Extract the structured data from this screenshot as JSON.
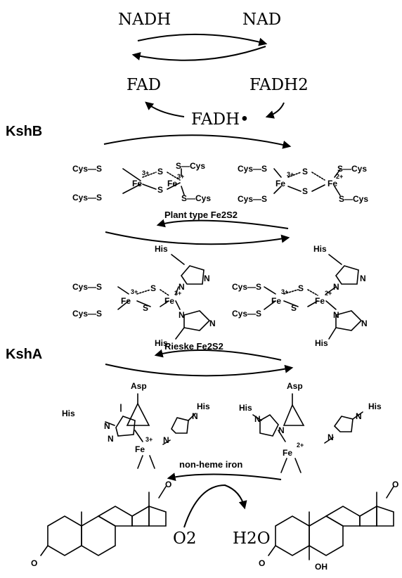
{
  "cofactors": {
    "nadh": "NADH",
    "nad": "NAD",
    "fad": "FAD",
    "fadh2": "FADH2",
    "fadh_radical": "FADH•"
  },
  "sections": {
    "kshb": "KshB",
    "ksha": "KshA"
  },
  "clusters": {
    "plant_type": "Plant type Fe2S2",
    "rieske": "Rieske Fe2S2",
    "non_heme": "non-heme iron"
  },
  "residues": {
    "cys": "Cys",
    "his": "His",
    "asp": "Asp",
    "s": "S",
    "fe": "Fe",
    "n": "N"
  },
  "charges": {
    "fe3": "3+",
    "fe2": "2+"
  },
  "reaction": {
    "o2": "O2",
    "h2o": "H2O",
    "oh": "OH",
    "o": "O"
  }
}
